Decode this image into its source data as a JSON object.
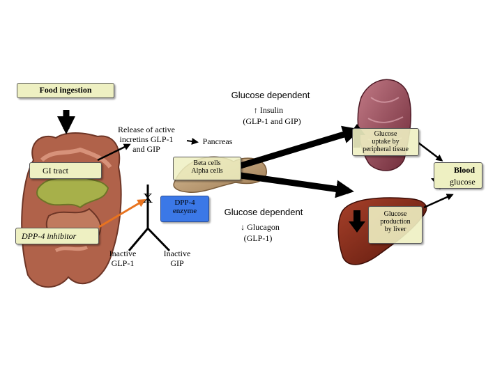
{
  "labels": {
    "food_ingestion": "Food ingestion",
    "gi_tract": "GI tract",
    "dpp4_inhibitor": "DPP-4 inhibitor",
    "glucose_dependent_top": "Glucose dependent",
    "insulin": "Insulin",
    "insulin_source": "(GLP-1 and GIP)",
    "release_line1": "Release of active",
    "release_line2": "incretins GLP-1",
    "release_line3": "and GIP",
    "pancreas": "Pancreas",
    "beta_cells": "Beta cells",
    "alpha_cells": "Alpha cells",
    "dpp4_line1": "DPP-4",
    "dpp4_line2": "enzyme",
    "glucose_dependent_bottom": "Glucose dependent",
    "glucagon": "Glucagon",
    "glucagon_source": "(GLP-1)",
    "inactive_glp1_line1": "Inactive",
    "inactive_glp1_line2": "GLP-1",
    "inactive_gip_line1": "Inactive",
    "inactive_gip_line2": "GIP",
    "uptake_line1": "Glucose",
    "uptake_line2": "uptake by",
    "uptake_line3": "peripheral tissue",
    "production_line1": "Glucose",
    "production_line2": "production",
    "production_line3": "by liver",
    "blood": "Blood",
    "glucose": "glucose",
    "up_arrow_symbol": "↑",
    "down_arrow_symbol": "↓",
    "inhibit_mark": "X"
  },
  "colors": {
    "box_fill": "#eef0c2",
    "dpp4_fill": "#3b78e7",
    "arrow": "#000000",
    "inhibitor_arrow": "#e8731f",
    "intestine": "#b0624a",
    "intestine_green": "#a7b04a",
    "pancreas": "#b8946a",
    "muscle": "#8a4050",
    "liver": "#7a2416"
  }
}
